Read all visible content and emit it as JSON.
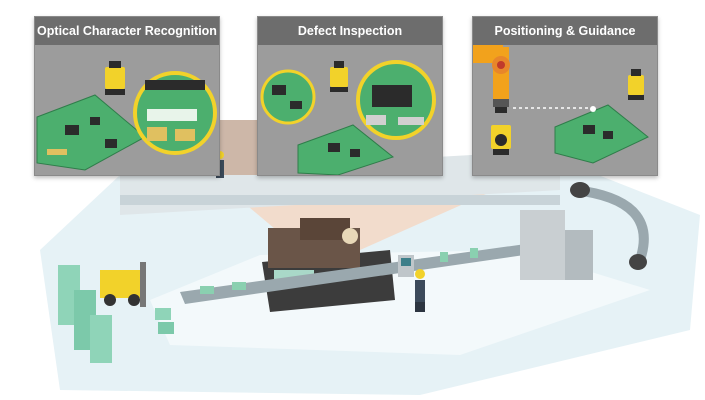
{
  "panels": [
    {
      "title": "Optical Character Recognition",
      "icon": "ocr-camera-icon"
    },
    {
      "title": "Defect Inspection",
      "icon": "defect-camera-icon"
    },
    {
      "title": "Positioning & Guidance",
      "icon": "robot-arm-icon"
    }
  ],
  "colors": {
    "pcb_green": "#4caf6e",
    "camera_yellow": "#f2d22a",
    "panel_gray": "#9c9c9c",
    "header_gray": "#6d6d6d",
    "floor": "#e3f1f5",
    "beam": "#f4d2b8"
  }
}
